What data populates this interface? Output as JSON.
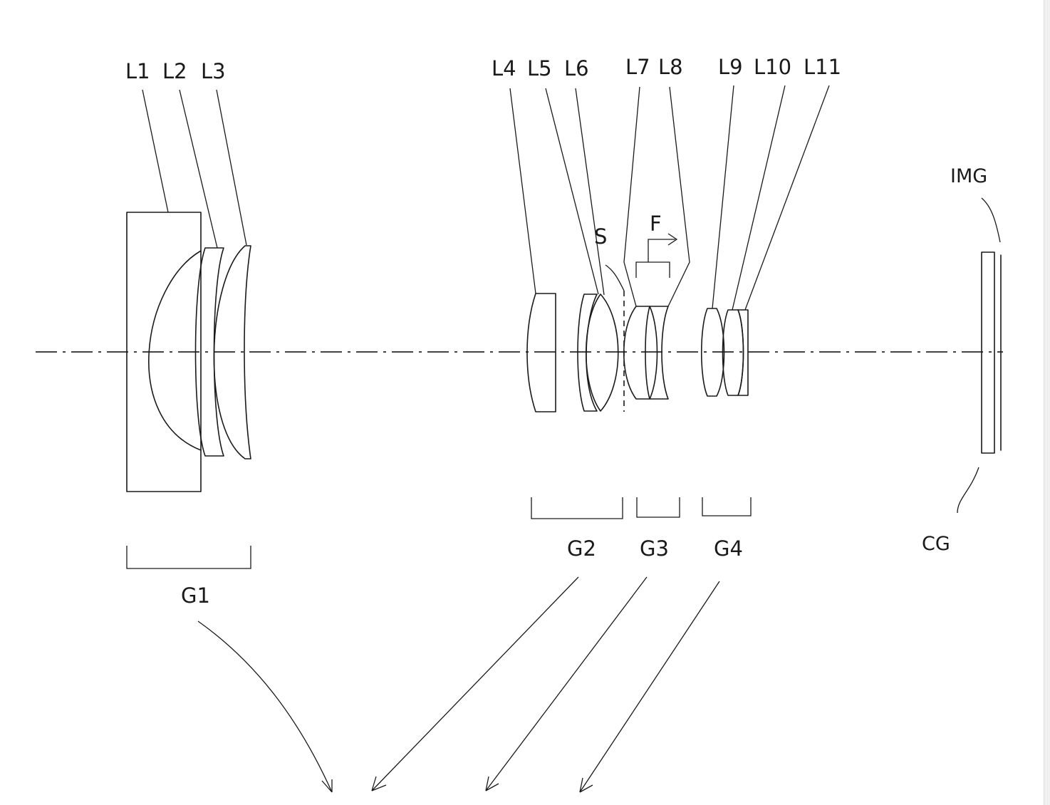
{
  "lens_labels": {
    "l1": "L1",
    "l2": "L2",
    "l3": "L3",
    "l4": "L4",
    "l5": "L5",
    "l6": "L6",
    "l7": "L7",
    "l8": "L8",
    "l9": "L9",
    "l10": "L10",
    "l11": "L11"
  },
  "group_labels": {
    "g1": "G1",
    "g2": "G2",
    "g3": "G3",
    "g4": "G4"
  },
  "element_labels": {
    "stop": "S",
    "focus": "F",
    "image": "IMG",
    "cover_glass": "CG"
  }
}
